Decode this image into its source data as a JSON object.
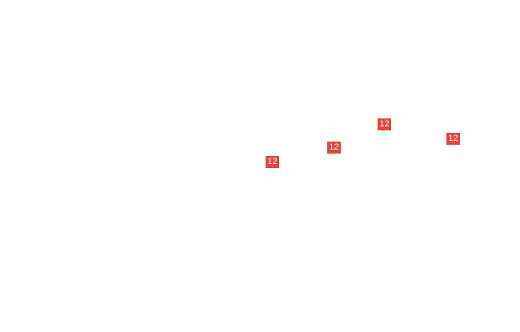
{
  "colors": {
    "background": "#ffffff",
    "marker": "#e8433a",
    "marker_text": "#ffffff"
  },
  "markers": [
    {
      "label": "12"
    },
    {
      "label": "12"
    },
    {
      "label": "12"
    },
    {
      "label": "12"
    }
  ]
}
